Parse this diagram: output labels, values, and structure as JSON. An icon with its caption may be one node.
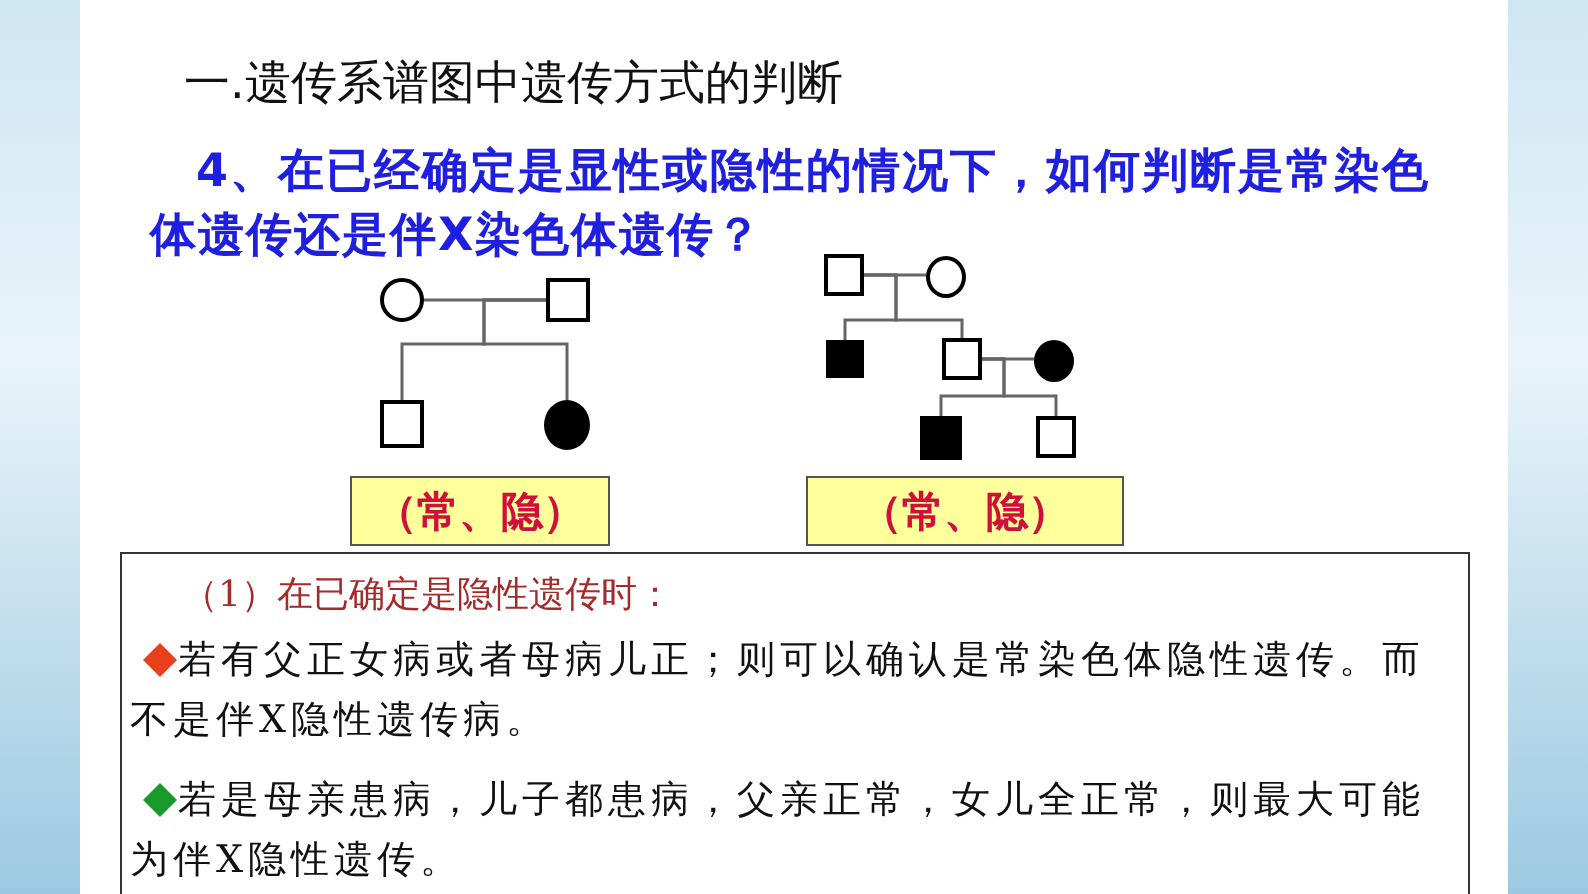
{
  "diagram": {
    "title": "一.遗传系谱图中遗传方式的判断",
    "nodes": [
      {
        "text": [],
        "shape": "circle"
      },
      {
        "text": [],
        "shape": "box"
      },
      {
        "text": [],
        "shape": "box"
      },
      {
        "text": [],
        "shape": "circle"
      },
      {
        "text": [],
        "shape": "box"
      },
      {
        "text": [],
        "shape": "circle"
      },
      {
        "text": [],
        "shape": "box"
      },
      {
        "text": [],
        "shape": "box"
      },
      {
        "text": [],
        "shape": "circle"
      },
      {
        "text": [],
        "shape": "box"
      },
      {
        "text": [],
        "shape": "box"
      },
      {
        "text": [
          "（常、隐）"
        ]
      },
      {
        "text": [
          "（常、隐）"
        ]
      },
      {
        "text": [
          "（1）在已确定是隐性遗传时：",
          "若有父正女病或者母病儿正；则可以确认是常染色体隐性遗传。而不是伴X隐性遗传病。",
          "若是母亲患病，儿子都患病，父亲正常，女儿全正常，则最大可能为伴X隐性遗传。"
        ]
      }
    ],
    "edges": [
      {
        "from": 0,
        "to": 1,
        "arrow": "none"
      },
      {
        "from": 1,
        "to": 2,
        "arrow": "none"
      },
      {
        "from": 1,
        "to": 3,
        "arrow": "none"
      },
      {
        "from": 4,
        "to": 5,
        "arrow": "none"
      },
      {
        "from": 4,
        "to": 6,
        "arrow": "none"
      },
      {
        "from": 4,
        "to": 7,
        "arrow": "none"
      },
      {
        "from": 7,
        "to": 8,
        "arrow": "none"
      },
      {
        "from": 7,
        "to": 9,
        "arrow": "none"
      },
      {
        "from": 7,
        "to": 10,
        "arrow": "none"
      }
    ],
    "labels": [
      "4、在已经确定是显性或隐性的情况下，如何判断是常染色体遗传还是伴X染色体遗传？"
    ]
  }
}
